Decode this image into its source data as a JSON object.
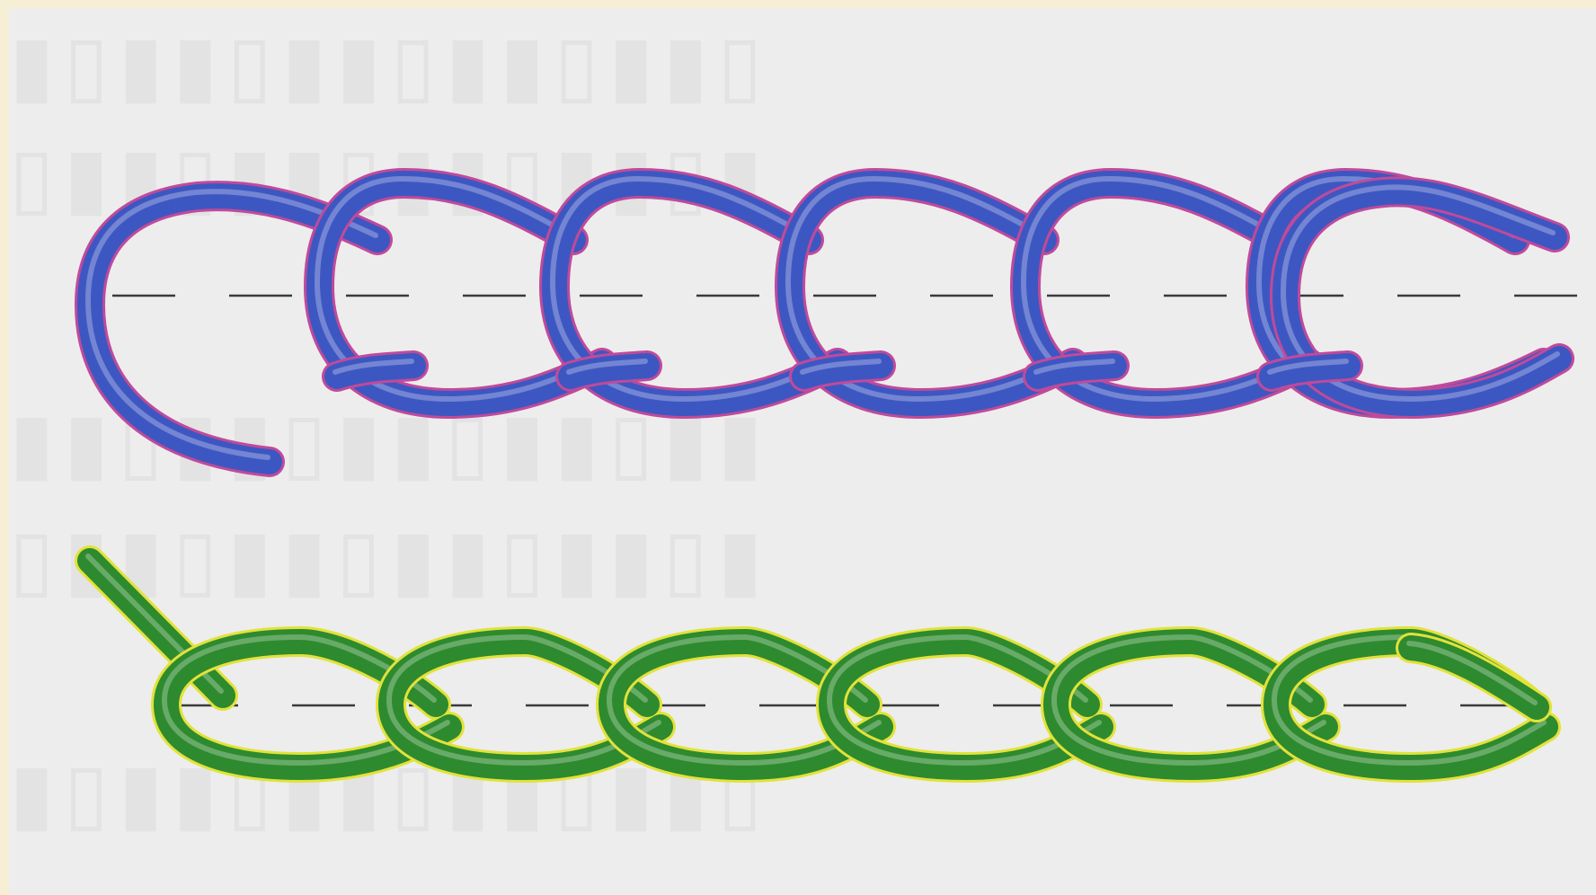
{
  "colors": {
    "frame": "#f7eed6",
    "paper": "#ededed",
    "guide_line": "#3a3a3a",
    "chain_top": "#3d57c2",
    "chain_top_outline": "#c04a9a",
    "chain_bottom": "#2e8a2e",
    "chain_bottom_outline": "#e2e23a"
  },
  "diagram": {
    "rows": [
      {
        "name": "blue-chain-stitch",
        "links": 6,
        "thread": "blue"
      },
      {
        "name": "green-chain-stitch",
        "links": 6,
        "thread": "green"
      }
    ],
    "guide": "dashed-center-line"
  }
}
